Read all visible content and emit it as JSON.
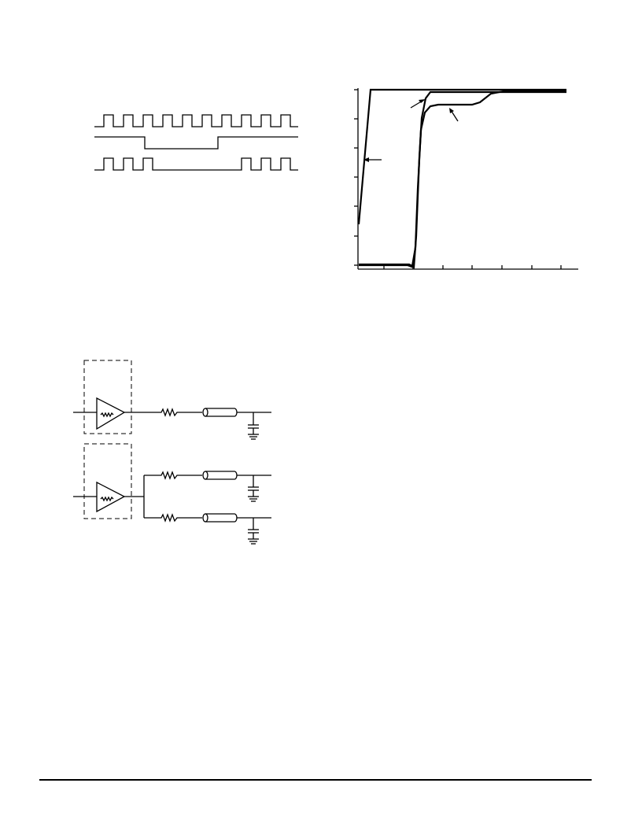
{
  "document": {
    "figures": [
      {
        "id": "timing-waveforms",
        "signals": [
          "clock",
          "gate",
          "gated-clock"
        ]
      },
      {
        "id": "transient-response-plot",
        "curves": 3,
        "x_ticks": 8,
        "y_ticks": 7
      },
      {
        "id": "driver-termination-schematic",
        "blocks": [
          "single-load-driver",
          "dual-load-driver"
        ]
      }
    ],
    "colors": {
      "ink": "#000000",
      "paper": "#ffffff"
    }
  }
}
